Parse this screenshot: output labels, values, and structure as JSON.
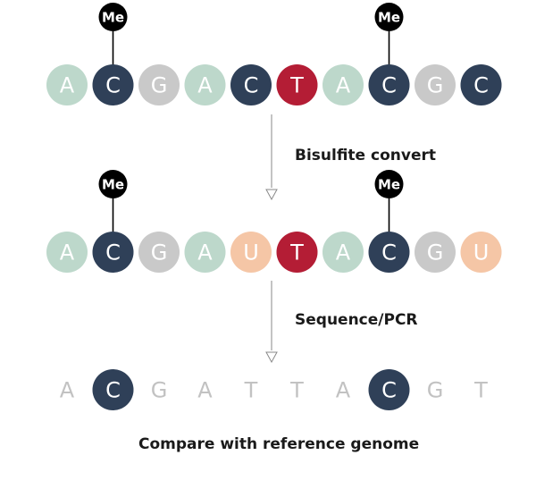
{
  "colors": {
    "A": "#bdd8cb",
    "C": "#2f4058",
    "G": "#c9c9c9",
    "T": "#b41d35",
    "U": "#f5c6a6",
    "me": "#000000",
    "plain_letter": "#c2c2c2",
    "arrow": "#888888"
  },
  "rows": {
    "original": [
      "A",
      "C",
      "G",
      "A",
      "C",
      "T",
      "A",
      "C",
      "G",
      "C"
    ],
    "converted": [
      "A",
      "C",
      "G",
      "A",
      "U",
      "T",
      "A",
      "C",
      "G",
      "U"
    ],
    "sequenced": [
      "A",
      "C",
      "G",
      "A",
      "T",
      "T",
      "A",
      "C",
      "G",
      "T"
    ]
  },
  "methylated_positions": [
    1,
    7
  ],
  "methyl_label": "Me",
  "steps": {
    "bisulfite": "Bisulfite convert",
    "sequence": "Sequence/PCR",
    "compare": "Compare with reference genome"
  }
}
